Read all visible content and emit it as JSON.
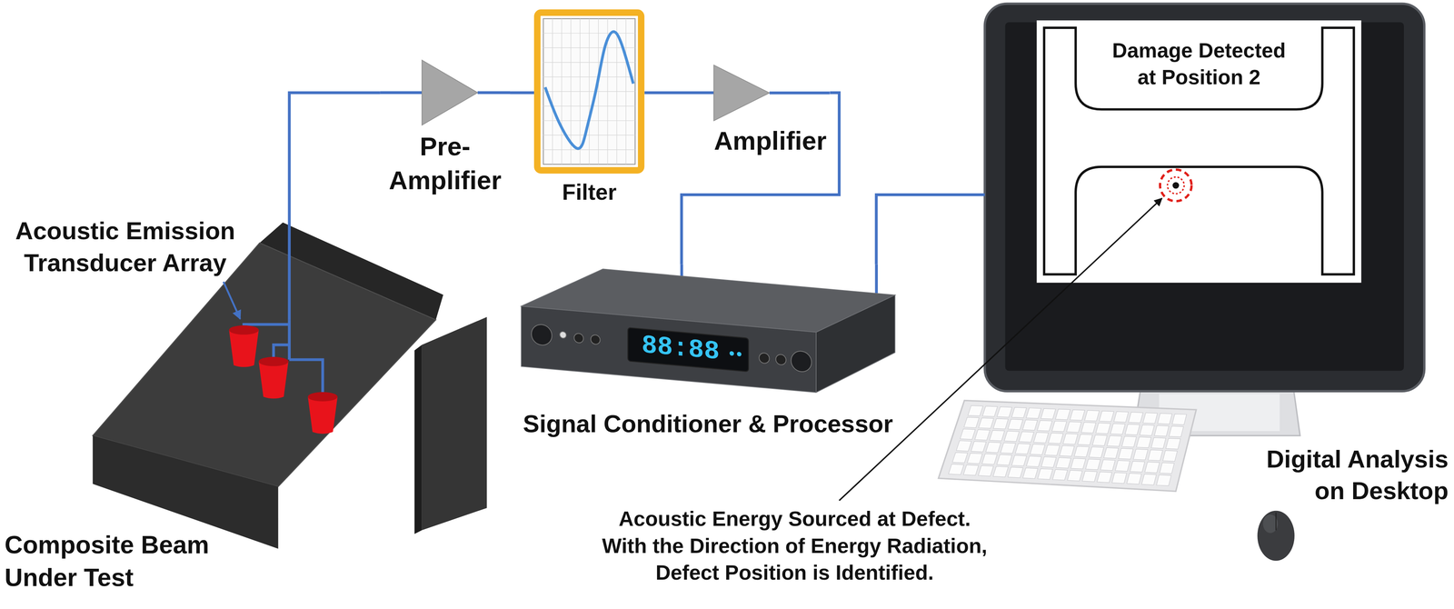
{
  "diagram": {
    "nodes": [
      {
        "text": [
          "Composite Beam Under Test"
        ]
      },
      {
        "text": [
          "Pre- Amplifier"
        ]
      },
      {
        "text": [
          "Filter"
        ]
      },
      {
        "text": [
          "Amplifier"
        ]
      },
      {
        "text": [
          "Signal Conditioner & Processor"
        ]
      },
      {
        "text": [
          "Digital Analysis on Desktop"
        ]
      },
      {
        "text": [
          "Damage Detected at Position 2"
        ],
        "in": 5
      }
    ],
    "edges": [
      {
        "from": 0,
        "to": 1,
        "arrow": "none"
      },
      {
        "from": 1,
        "to": 2,
        "arrow": "none"
      },
      {
        "from": 2,
        "to": 3,
        "arrow": "none"
      },
      {
        "from": 3,
        "to": 4,
        "arrow": "none"
      },
      {
        "from": 4,
        "to": 5,
        "arrow": "none"
      }
    ],
    "labels": [
      "Acoustic Emission Transducer Array",
      "88:88",
      "Acoustic Energy Sourced at Defect. With the Direction of Energy Radiation, Defect Position is Identified."
    ]
  }
}
